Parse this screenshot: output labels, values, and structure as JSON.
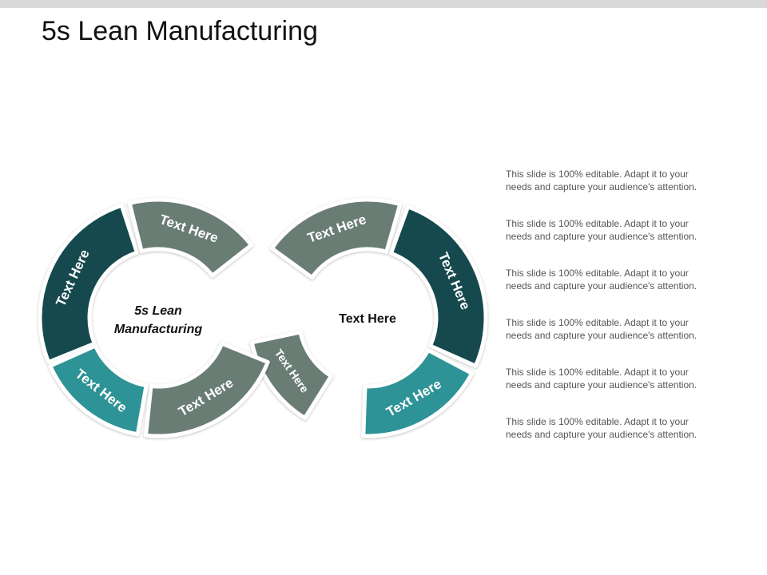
{
  "title": "5s Lean Manufacturing",
  "colors": {
    "dark_teal": "#174a4e",
    "gray_green": "#6b7d75",
    "teal": "#2e9396",
    "top_bar": "#d9d9d9"
  },
  "diagram": {
    "left_center_label": [
      "5s Lean",
      "Manufacturing"
    ],
    "right_center_label": "Text Here",
    "segments": [
      {
        "label": "Text Here",
        "color": "dark_teal"
      },
      {
        "label": "Text Here",
        "color": "gray_green"
      },
      {
        "label": "Text Here",
        "color": "gray_green"
      },
      {
        "label": "Text Here",
        "color": "dark_teal"
      },
      {
        "label": "Text Here",
        "color": "teal"
      },
      {
        "label": "Text Here",
        "color": "gray_green"
      },
      {
        "label": "Text Here",
        "color": "gray_green"
      },
      {
        "label": "Text Here",
        "color": "teal"
      }
    ]
  },
  "descriptions": [
    [
      "This slide is 100% editable. Adapt it to your",
      "needs and capture your audience's attention."
    ],
    [
      "This slide is 100% editable. Adapt it to your",
      "needs and capture your audience's attention."
    ],
    [
      "This slide is 100% editable. Adapt it to your",
      "needs and capture your audience's attention."
    ],
    [
      "This slide is 100% editable. Adapt it to your",
      "needs and capture your audience's attention."
    ],
    [
      "This slide is 100% editable. Adapt it to your",
      "needs and capture your audience's attention."
    ],
    [
      "This slide is 100% editable. Adapt it to your",
      "needs and capture your audience's attention."
    ]
  ]
}
